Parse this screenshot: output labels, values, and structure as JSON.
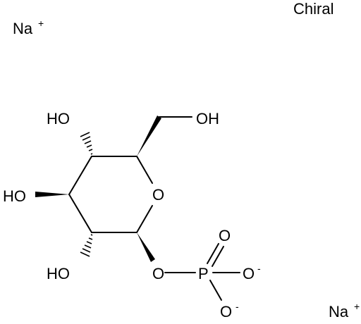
{
  "flag": "Chiral",
  "counterion_1": {
    "symbol": "Na",
    "charge": "+"
  },
  "counterion_2": {
    "symbol": "Na",
    "charge": "+"
  },
  "atoms": {
    "ring_oxygen": "O",
    "hydroxyl_c6": "OH",
    "hydroxyl_c4": "HO",
    "hydroxyl_c3": "HO",
    "hydroxyl_c2": "HO",
    "glycosidic_oxygen": "O",
    "phosphorus": "P",
    "phosphoryl_oxygen": "O",
    "phosphate_oxygen_1": {
      "symbol": "O",
      "charge": "-"
    },
    "phosphate_oxygen_2": {
      "symbol": "O",
      "charge": "-"
    }
  }
}
